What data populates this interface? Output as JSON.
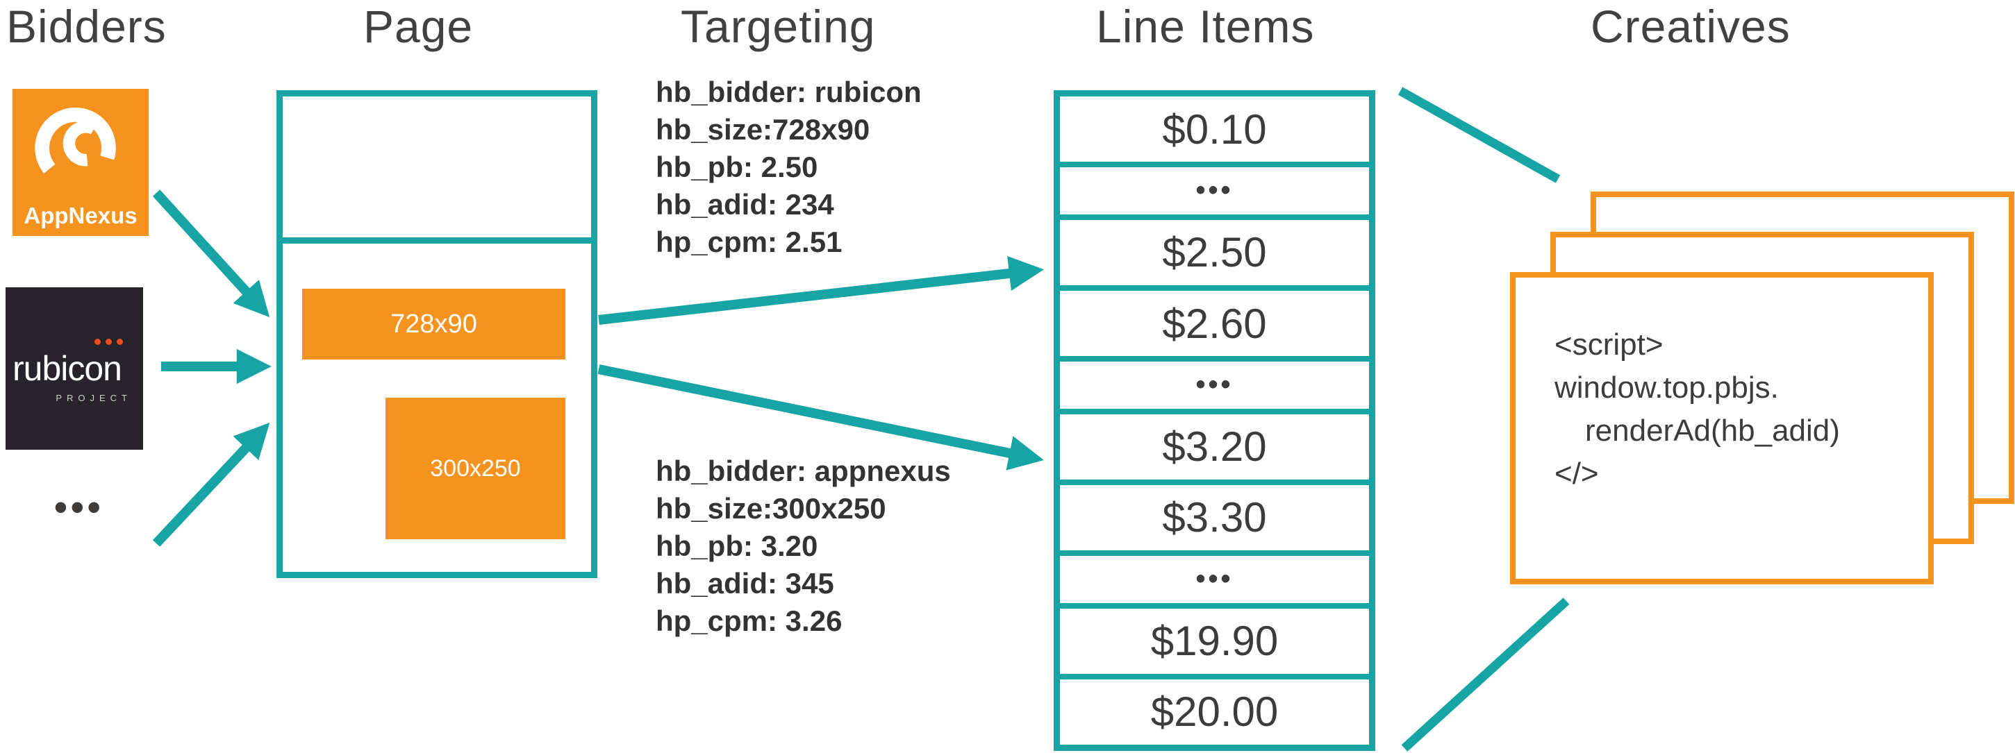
{
  "colors": {
    "teal": "#16a5a4",
    "orange": "#f6921e",
    "dark_text": "#414042"
  },
  "headers": {
    "bidders": "Bidders",
    "page": "Page",
    "targeting": "Targeting",
    "line_items": "Line Items",
    "creatives": "Creatives"
  },
  "bidders": {
    "appnexus_label": "AppNexus",
    "rubicon_label": "rubicon",
    "rubicon_sublabel": "PROJECT",
    "more": "•••"
  },
  "page": {
    "slot1_label": "728x90",
    "slot2_label": "300x250"
  },
  "targeting": {
    "block1": {
      "lines": [
        "hb_bidder: rubicon",
        "hb_size:728x90",
        "hb_pb: 2.50",
        "hb_adid: 234",
        "hp_cpm: 2.51"
      ]
    },
    "block2": {
      "lines": [
        "hb_bidder: appnexus",
        "hb_size:300x250",
        "hb_pb: 3.20",
        "hb_adid: 345",
        "hp_cpm: 3.26"
      ]
    }
  },
  "line_items": {
    "rows": [
      "$0.10",
      "•••",
      "$2.50",
      "$2.60",
      "•••",
      "$3.20",
      "$3.30",
      "•••",
      "$19.90",
      "$20.00"
    ]
  },
  "creatives": {
    "code_lines": [
      "<script>",
      "window.top.pbjs.",
      "renderAd(hb_adid)",
      "</>"
    ]
  }
}
